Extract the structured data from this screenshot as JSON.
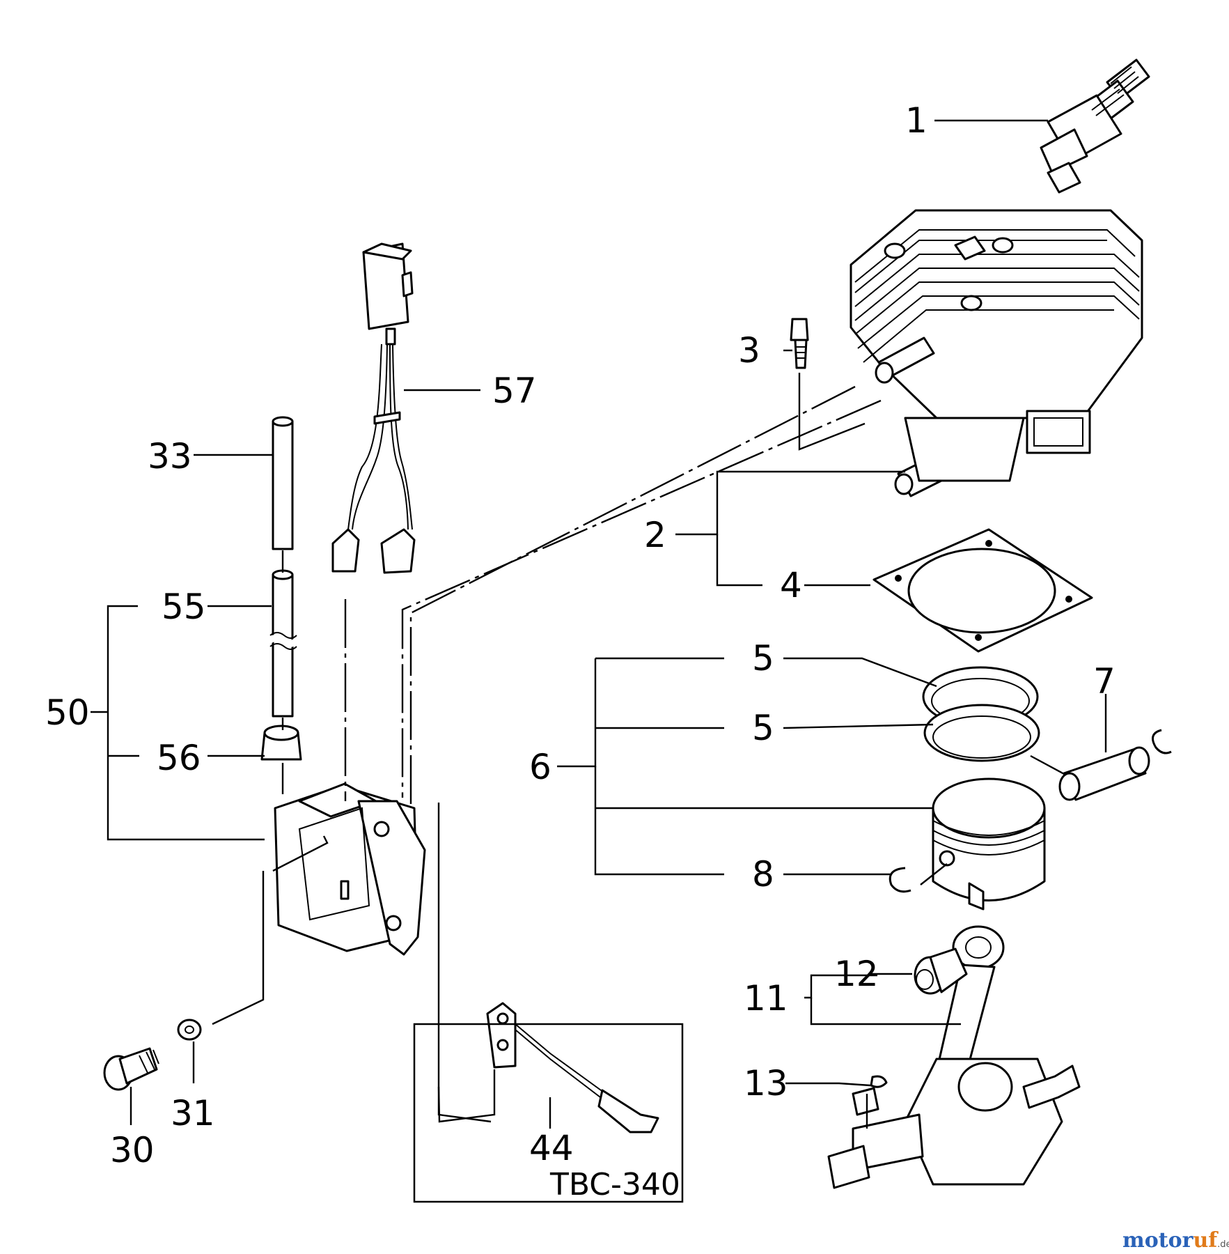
{
  "callouts": {
    "p1": "1",
    "p2": "2",
    "p3": "3",
    "p4": "4",
    "p5a": "5",
    "p5b": "5",
    "p6": "6",
    "p7": "7",
    "p8": "8",
    "p11": "11",
    "p12": "12",
    "p13": "13",
    "p30": "30",
    "p31": "31",
    "p33": "33",
    "p44": "44",
    "p50": "50",
    "p55": "55",
    "p56": "56",
    "p57": "57"
  },
  "inset": {
    "model_label": "TBC-340"
  },
  "watermark": {
    "brand_a": "motor",
    "brand_b": "uf",
    "suffix": ".de",
    "color_a": "#2a62b8",
    "color_b": "#e07b1a"
  }
}
